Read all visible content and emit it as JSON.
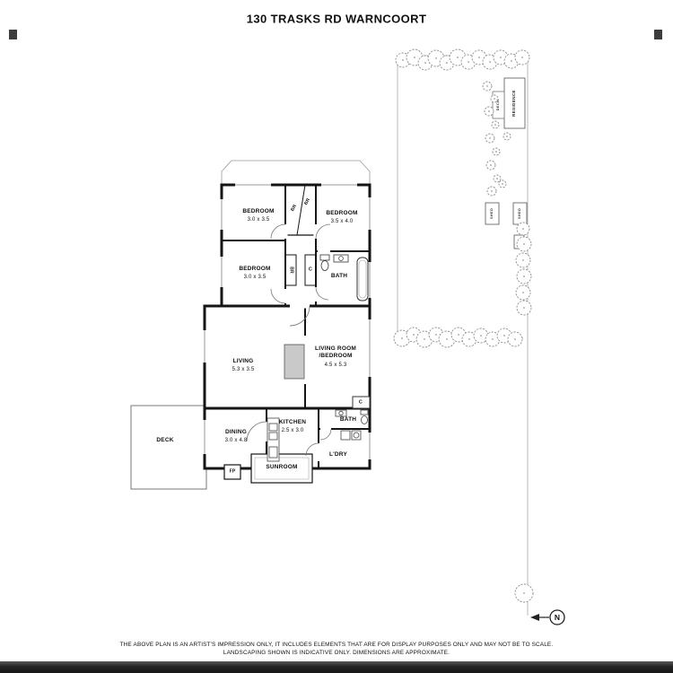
{
  "title": "130 TRASKS RD WARNCOORT",
  "floorplan": {
    "bedroom1": {
      "name": "BEDROOM",
      "dims": "3.0 x 3.5"
    },
    "bedroom2": {
      "name": "BEDROOM",
      "dims": "3.5 x 4.0"
    },
    "bedroom3": {
      "name": "BEDROOM",
      "dims": "3.0 x 3.5"
    },
    "bath_upper": {
      "name": "BATH"
    },
    "living_room_bedroom": {
      "name_line1": "LIVING ROOM",
      "name_line2": "/BEDROOM",
      "dims": "4.5 x 5.3"
    },
    "living": {
      "name": "LIVING",
      "dims": "5.3 x 3.5"
    },
    "deck": {
      "name": "DECK"
    },
    "dining": {
      "name": "DINING",
      "dims": "3.0 x 4.8"
    },
    "kitchen": {
      "name": "KITCHEN",
      "dims": "2.5 x 3.0"
    },
    "bath_lower": {
      "name": "BATH"
    },
    "laundry": {
      "name": "L'DRY"
    },
    "sunroom": {
      "name": "SUNROOM"
    },
    "fireplace": {
      "label": "FP"
    },
    "robe1": {
      "label": "BR"
    },
    "robe2": {
      "label": "BR"
    },
    "robe3": {
      "label": "BR"
    },
    "cupboard_upper": {
      "label": "C"
    },
    "cupboard_lower": {
      "label": "C"
    }
  },
  "siteplan": {
    "residence": {
      "label": "RESIDENCE"
    },
    "deck": {
      "label": "DECK"
    },
    "shed1": {
      "label": "SHED"
    },
    "shed2": {
      "label": "SHED"
    }
  },
  "compass": {
    "label": "N"
  },
  "disclaimer": {
    "line1": "THE ABOVE PLAN IS AN ARTIST'S IMPRESSION ONLY, IT INCLUDES ELEMENTS THAT ARE FOR DISPLAY PURPOSES ONLY AND MAY NOT BE TO SCALE.",
    "line2": "LANDSCAPING SHOWN IS INDICATIVE ONLY. DIMENSIONS ARE APPROXIMATE."
  }
}
